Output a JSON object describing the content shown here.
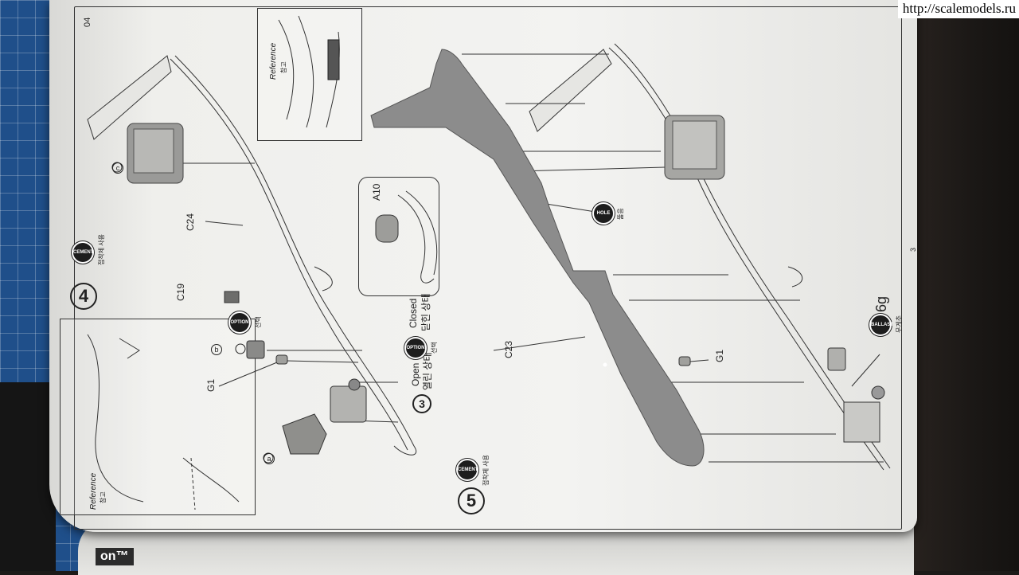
{
  "watermark": {
    "text": "http://scalemodels.ru"
  },
  "page": {
    "number": "3",
    "corner_number": "04",
    "edge_title": "on™"
  },
  "step4": {
    "number": "4",
    "cement": {
      "label": "CEMENT",
      "caption": "접착제 사용"
    },
    "parts": {
      "c24": "C24",
      "c19": "C19",
      "g1": "G1"
    },
    "option": {
      "label": "OPTION",
      "caption": "선택"
    },
    "markers": {
      "a": "a",
      "b": "b",
      "c": "c"
    },
    "reference": {
      "title": "Reference",
      "subtitle": "참고"
    }
  },
  "substep3": {
    "number": "3",
    "open_label": "Open",
    "open_caption": "열린 상태",
    "closed_label": "Closed",
    "closed_caption": "닫힌 상태",
    "option": {
      "label": "OPTION",
      "caption": "선택"
    },
    "detail_part": "A10"
  },
  "reference2": {
    "title": "Reference",
    "subtitle": "참고"
  },
  "step5": {
    "number": "5",
    "cement": {
      "label": "CEMENT",
      "caption": "접착제 사용"
    },
    "parts": {
      "c23": "C23",
      "g1": "G1"
    },
    "hole": {
      "label": "HOLE",
      "caption": "뚫음"
    },
    "ballast": {
      "label": "BALLAST",
      "caption": "무게추",
      "weight": "6g"
    }
  },
  "colors": {
    "mat": "#1f4f8a",
    "paper": "#f0f0ee",
    "fuselage": "#8c8c8c",
    "ink": "#222222"
  }
}
